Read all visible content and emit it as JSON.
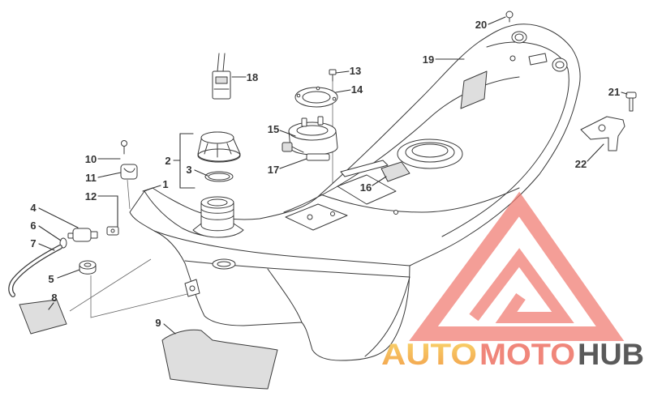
{
  "diagram": {
    "callout_labels": [
      "1",
      "2",
      "3",
      "4",
      "5",
      "6",
      "7",
      "8",
      "9",
      "10",
      "11",
      "12",
      "13",
      "14",
      "15",
      "16",
      "17",
      "18",
      "19",
      "20",
      "21",
      "22"
    ]
  },
  "watermark": {
    "word_auto": "AUTO",
    "word_moto": "MOTO",
    "word_hub": "HUB"
  },
  "colors": {
    "auto_start": "#f9d66c",
    "auto_end": "#f2a04c",
    "moto": "#f0867a",
    "hub": "#5a5a5a",
    "logo_triangle": "#f07a70"
  }
}
